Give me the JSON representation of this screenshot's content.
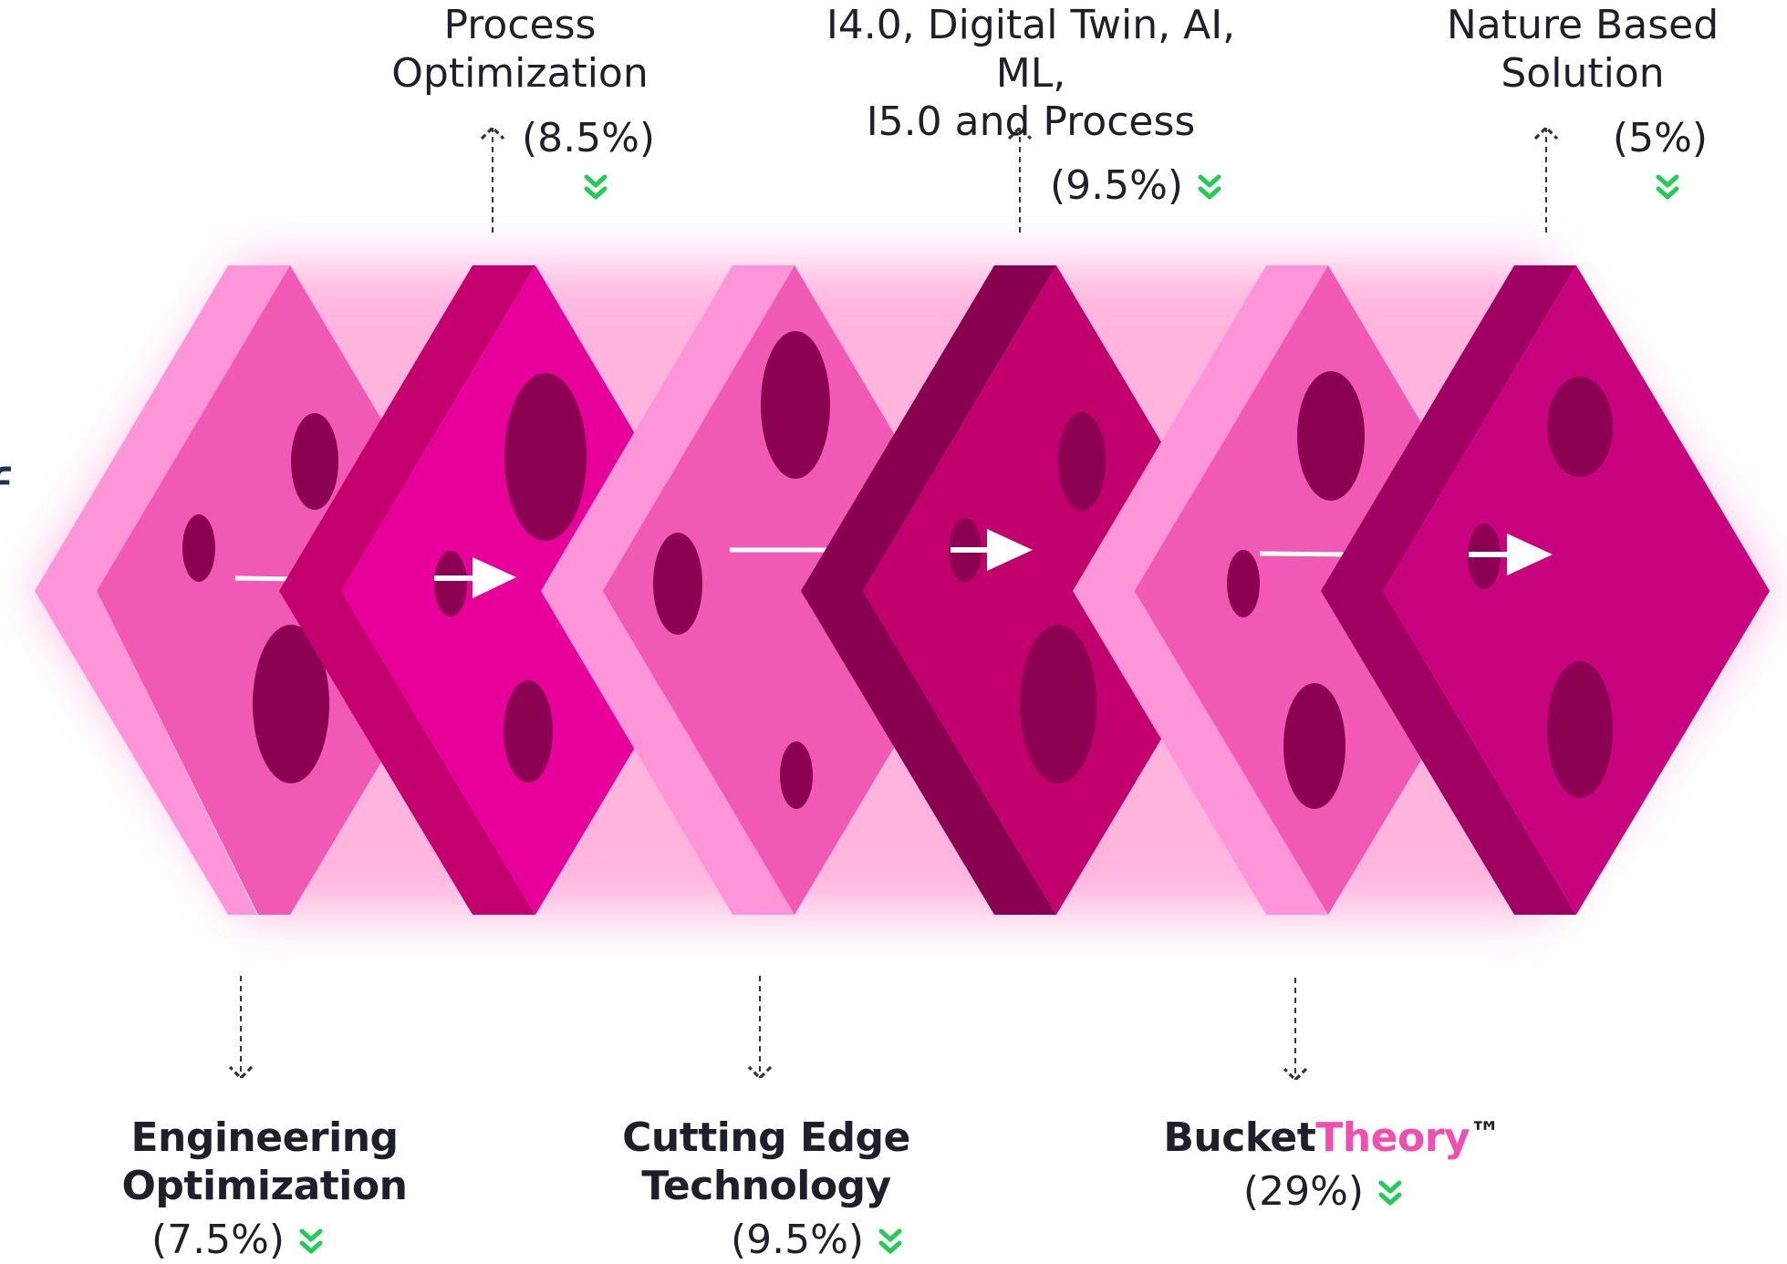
{
  "colors": {
    "light_top": "#f05ab5",
    "light_side": "#ff95d9",
    "hot_top": "#e8009a",
    "hot_side": "#c4006f",
    "dark_top": "#c2006d",
    "dark_side": "#8a0050",
    "deep_top": "#c9037d",
    "deep_side": "#a00062",
    "hole": "#8c0152",
    "arrow": "#ffffff",
    "chevron": "#22cc55",
    "accent": "#f04fb0"
  },
  "labels_top": [
    {
      "text": "Process\nOptimization",
      "percent": "(8.5%)",
      "icon": "chevron-double-down"
    },
    {
      "text": "I4.0, Digital Twin, AI, ML,\nI5.0 and Process",
      "percent": "(9.5%)",
      "icon": "chevron-double-down"
    },
    {
      "text": "Nature Based\nSolution",
      "percent": "(5%)",
      "icon": "chevron-double-down"
    }
  ],
  "labels_bottom": [
    {
      "text": "Engineering Optimization",
      "percent": "(7.5%)",
      "icon": "chevron-double-down"
    },
    {
      "text": "Cutting Edge\nTechnology",
      "percent": "(9.5%)",
      "icon": "chevron-double-down"
    },
    {
      "text_part1": "Bucket",
      "text_part2": "Theory",
      "text_part3": "™",
      "percent": "(29%)",
      "icon": "chevron-double-down"
    }
  ],
  "edge_glyph": "f"
}
